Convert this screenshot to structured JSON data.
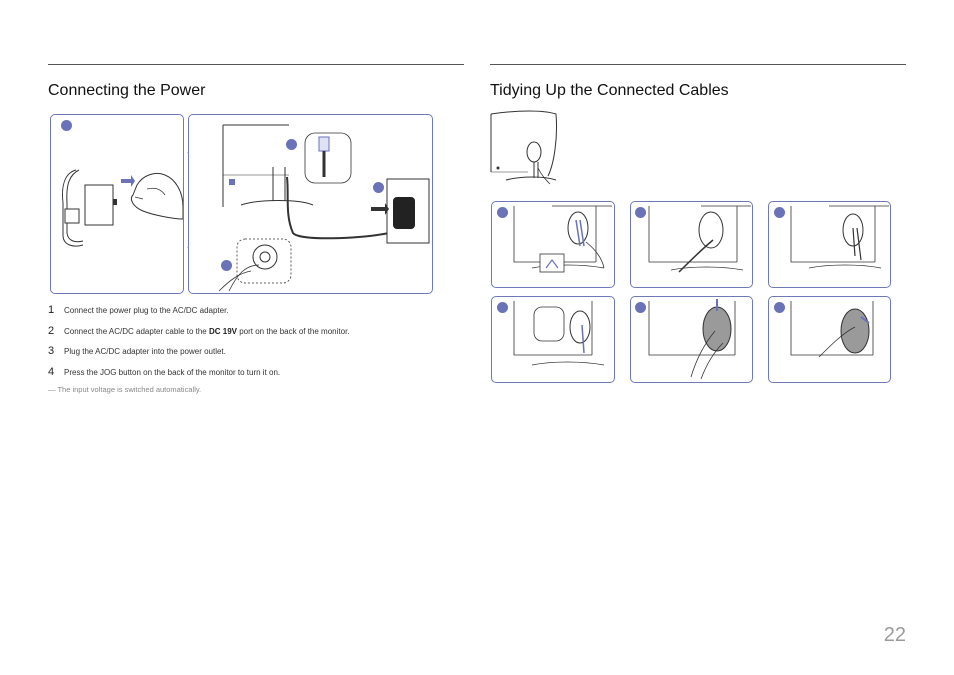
{
  "left": {
    "title": "Connecting the Power",
    "steps": [
      {
        "num": "1",
        "pre": "Connect the power plug to the AC/DC adapter.",
        "bold": "",
        "post": ""
      },
      {
        "num": "2",
        "pre": "Connect the AC/DC adapter cable to the ",
        "bold": "DC 19V",
        "post": " port on the back of the monitor."
      },
      {
        "num": "3",
        "pre": "Plug the AC/DC adapter into the power outlet.",
        "bold": "",
        "post": ""
      },
      {
        "num": "4",
        "pre": "Press the JOG button on the back of the monitor to turn it on.",
        "bold": "",
        "post": ""
      }
    ],
    "note": "― The input voltage is switched automatically."
  },
  "right": {
    "title": "Tidying Up the Connected Cables"
  },
  "colors": {
    "accent": "#6a72b8",
    "line": "#333333"
  },
  "page_number": "22"
}
